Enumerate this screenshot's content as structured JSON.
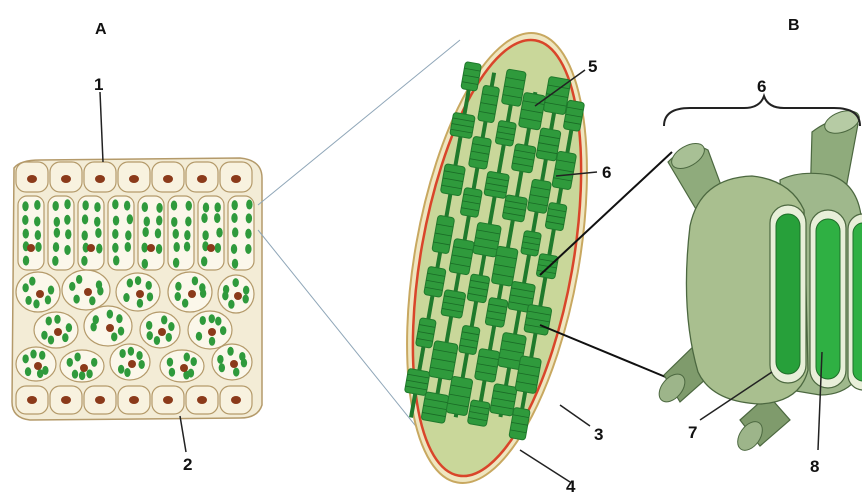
{
  "panels": {
    "a": "A",
    "b": "B"
  },
  "labels": {
    "l1": "1",
    "l2": "2",
    "l3": "3",
    "l4": "4",
    "l5": "5",
    "l6_mid": "6",
    "l6_top": "6",
    "l7": "7",
    "l8": "8"
  },
  "colors": {
    "chloroplast": "#2f9a3c",
    "chloroplast_dark": "#1f7a2c",
    "nucleus": "#8b3a1a",
    "cell_wall": "#b49a6a",
    "stroma": "#c9d79a",
    "envelope": "#d9452a",
    "granum_body": "#a9bf8f",
    "thylakoid": "#27a03a"
  }
}
